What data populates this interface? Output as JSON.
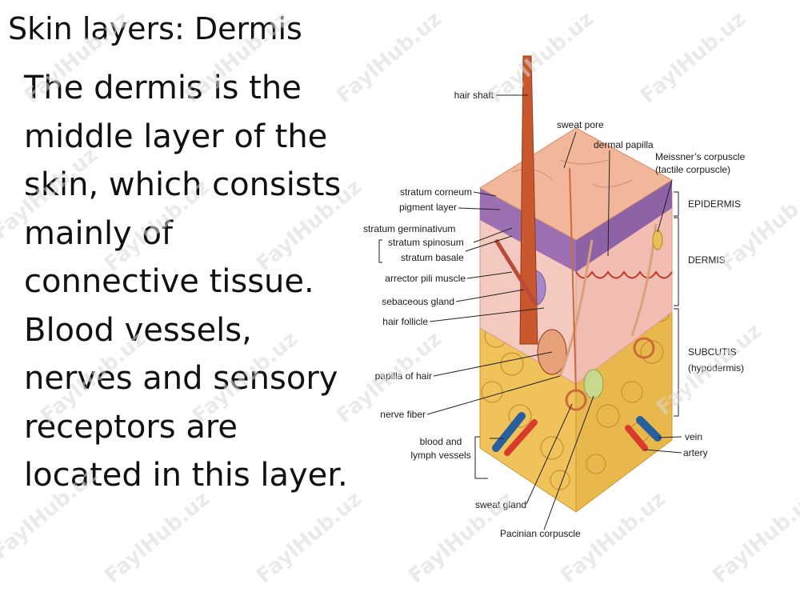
{
  "slide": {
    "title": "Skin layers: Dermis",
    "body_lines": [
      "The dermis is the",
      "middle layer of the",
      "skin, which consists",
      "mainly of",
      "connective tissue.",
      "Blood vessels,",
      "nerves and sensory",
      "receptors are",
      "located in this layer."
    ]
  },
  "diagram": {
    "labels": {
      "hair_shaft": "hair shaft",
      "sweat_pore": "sweat pore",
      "dermal_papilla": "dermal papilla",
      "meissner_1": "Meissner’s corpuscle",
      "meissner_2": "(tactile corpuscle)",
      "stratum_corneum": "stratum corneum",
      "pigment_layer": "pigment layer",
      "stratum_germinativum": "stratum germinativum",
      "stratum_spinosum": "stratum spinosum",
      "stratum_basale": "stratum basale",
      "arrector_pili": "arrector pili muscle",
      "sebaceous_gland": "sebaceous gland",
      "hair_follicle": "hair follicle",
      "papilla_of_hair": "papilla of hair",
      "nerve_fiber": "nerve fiber",
      "blood_vessels_1": "blood and",
      "blood_vessels_2": "lymph vessels",
      "sweat_gland": "sweat gland",
      "pacinian": "Pacinian corpuscle",
      "epidermis": "EPIDERMIS",
      "dermis": "DERMIS",
      "subcutis_1": "SUBCUTIS",
      "subcutis_2": "(hypodermis)",
      "vein": "vein",
      "artery": "artery"
    }
  },
  "watermark": {
    "text": "FaylHub.uz"
  },
  "colors": {
    "epidermis_surface": "#f2b79a",
    "pigment": "#9b6fb1",
    "dermis": "#f4c9c0",
    "fat": "#f0c25a",
    "hair": "#c9582e",
    "vein": "#2a5f9e",
    "artery": "#d83a2c"
  }
}
